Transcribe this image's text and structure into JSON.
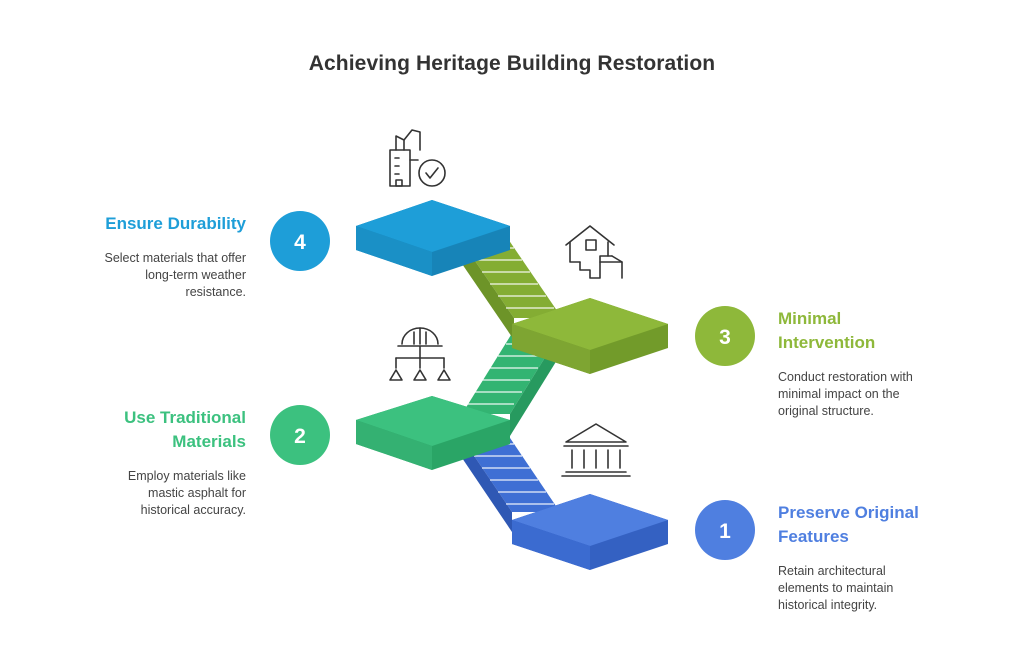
{
  "title": "Achieving Heritage Building Restoration",
  "colors": {
    "step1": "#4F7FE0",
    "step2": "#3CC17F",
    "step3": "#8EB83A",
    "step4": "#1E9ED8",
    "title_text": "#333333",
    "desc_text": "#444444"
  },
  "steps": [
    {
      "number": "1",
      "title": "Preserve Original Features",
      "title_lines": [
        "Preserve Original",
        "Features"
      ],
      "description_lines": [
        "Retain architectural",
        "elements to maintain",
        "historical integrity."
      ],
      "icon": "classical-building-icon"
    },
    {
      "number": "2",
      "title": "Use Traditional Materials",
      "title_lines": [
        "Use Traditional",
        "Materials"
      ],
      "description_lines": [
        "Employ materials like",
        "mastic asphalt for",
        "historical accuracy."
      ],
      "icon": "hardhat-hierarchy-icon"
    },
    {
      "number": "3",
      "title": "Minimal Intervention",
      "title_lines": [
        "Minimal",
        "Intervention"
      ],
      "description_lines": [
        "Conduct restoration with",
        "minimal impact on the",
        "original structure."
      ],
      "icon": "house-stairs-icon"
    },
    {
      "number": "4",
      "title": "Ensure Durability",
      "title_lines": [
        "Ensure Durability"
      ],
      "description_lines": [
        "Select materials that offer",
        "long-term weather",
        "resistance."
      ],
      "icon": "building-check-icon"
    }
  ]
}
